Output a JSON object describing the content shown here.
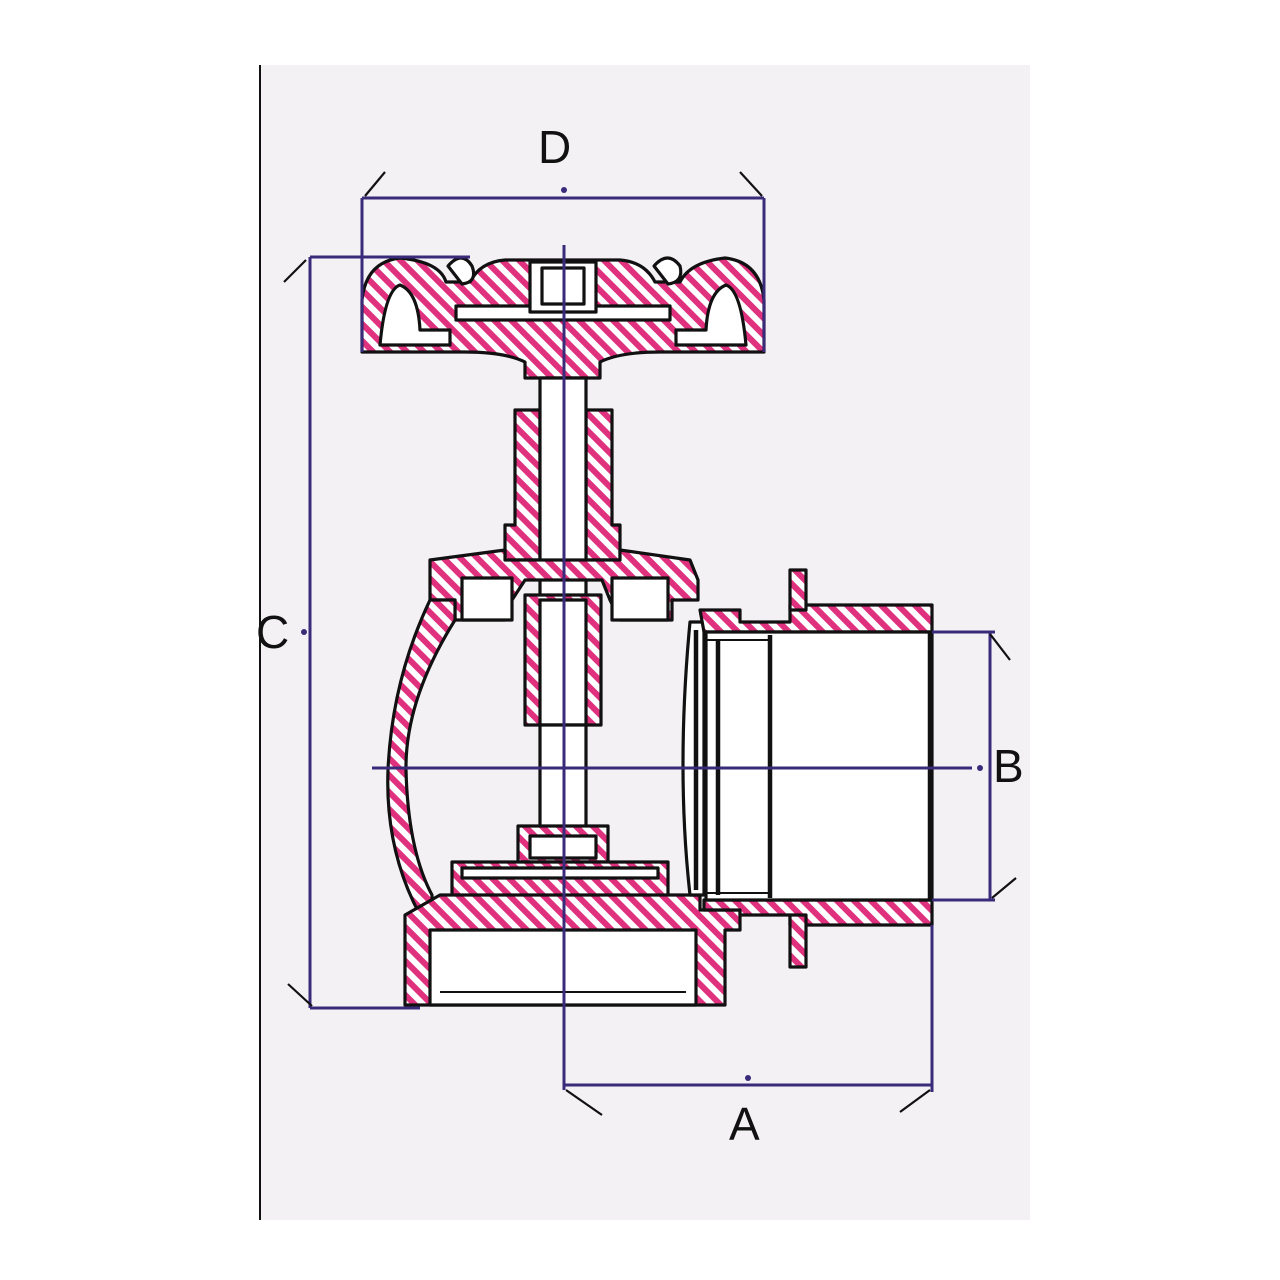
{
  "dimensions": {
    "A": {
      "label": "A"
    },
    "B": {
      "label": "B"
    },
    "C": {
      "label": "C"
    },
    "D": {
      "label": "D"
    }
  },
  "colors": {
    "hatch": "#e0317f",
    "dimension_line": "#3a2a7a",
    "outline": "#111111",
    "panel": "#f3f1f4",
    "background": "#ffffff"
  }
}
